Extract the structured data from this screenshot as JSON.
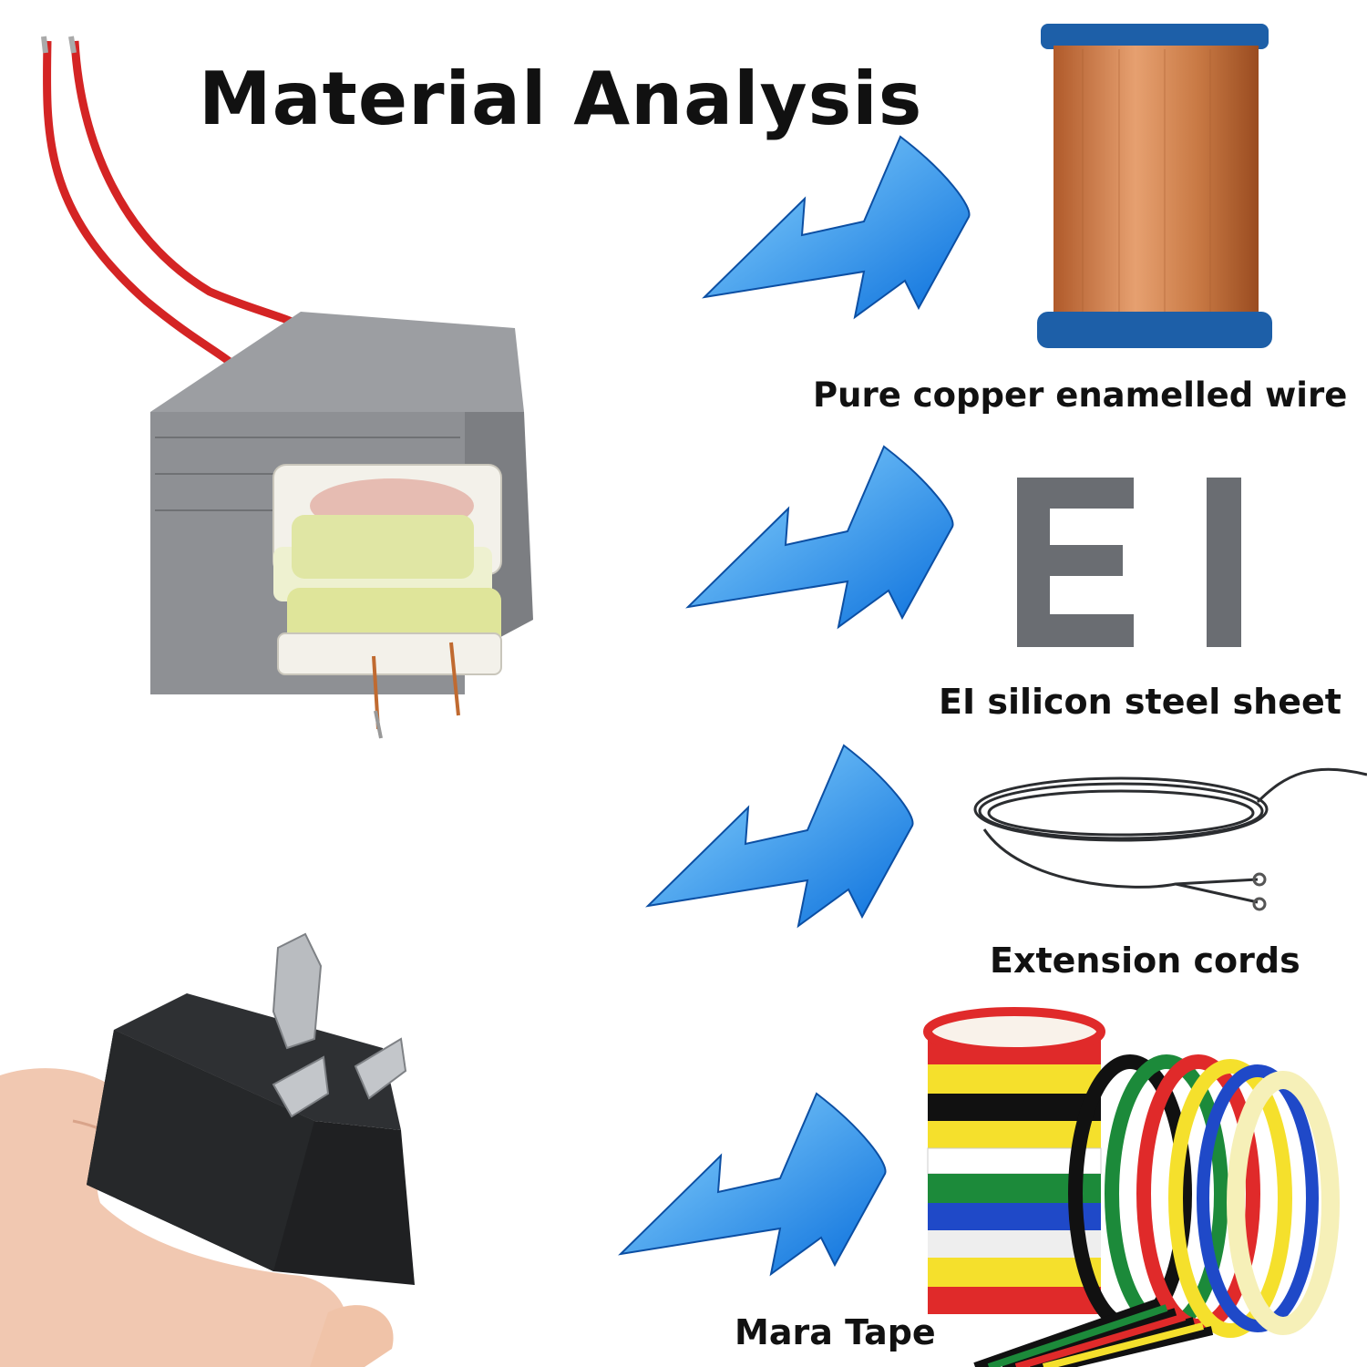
{
  "title": "Material Analysis",
  "materials": [
    {
      "label": "Pure copper enamelled wire",
      "icon": "copper-wire-spool"
    },
    {
      "label": "EI silicon steel sheet",
      "icon": "ei-steel-sheet"
    },
    {
      "label": "Extension cords",
      "icon": "extension-cord"
    },
    {
      "label": "Mara Tape",
      "icon": "tape-rolls"
    }
  ],
  "ei_letters": "EI",
  "colors": {
    "arrow": "#1e90ff",
    "copper": "#c87a48",
    "spool": "#1d5fa8",
    "core": "#8a8c8f"
  }
}
